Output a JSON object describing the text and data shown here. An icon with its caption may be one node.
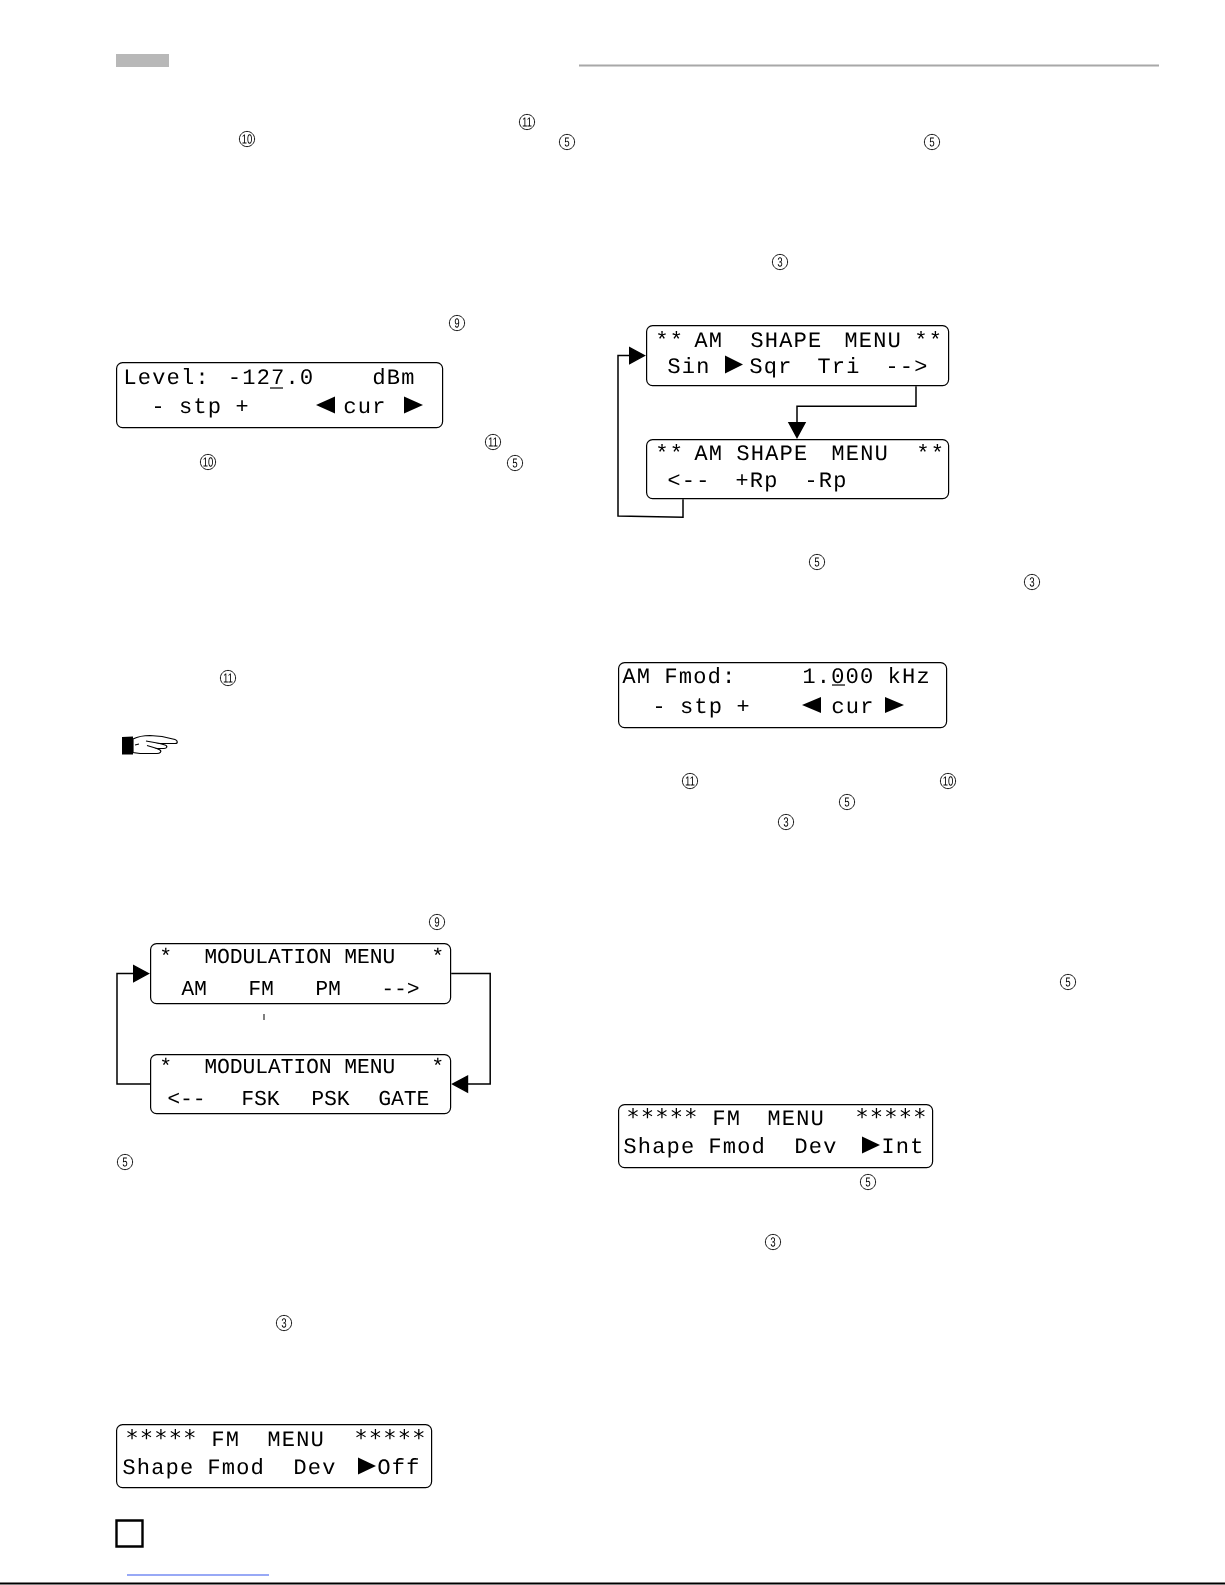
{
  "diagram": {
    "nodes": [
      {
        "text": [
          "Level: -127.0",
          "dBm",
          "- stp +",
          "cur"
        ]
      },
      {
        "text": [
          "*",
          "MODULATION MENU",
          "*",
          "AM",
          "FM",
          "PM",
          "-->"
        ]
      },
      {
        "text": [
          "*",
          "MODULATION MENU",
          "*",
          "<--",
          "FSK",
          "PSK",
          "GATE"
        ]
      },
      {
        "text": [
          "∗∗∗∗∗",
          "FM",
          "MENU",
          "∗∗∗∗∗",
          "Shape",
          "Fmod",
          "Dev",
          "Off"
        ]
      },
      {
        "text": [
          "**",
          "AM",
          "SHAPE",
          "MENU",
          "**",
          "Sin",
          "Sqr",
          "Tri",
          "-->"
        ]
      },
      {
        "text": [
          "**",
          "AM",
          "SHAPE",
          "MENU",
          "**",
          "<--",
          "+Rp",
          "-Rp"
        ]
      },
      {
        "text": [
          "AM Fmod:",
          "1.000 kHz",
          "- stp +",
          "cur"
        ]
      },
      {
        "text": [
          "∗∗∗∗∗",
          "FM",
          "MENU",
          "∗∗∗∗∗",
          "Shape",
          "Fmod",
          "Dev",
          "Int"
        ]
      }
    ],
    "edges": [
      {
        "from": 1,
        "to": 2,
        "arrow": "to"
      },
      {
        "from": 2,
        "to": 1,
        "arrow": "to"
      },
      {
        "from": 4,
        "to": 5,
        "arrow": "to"
      },
      {
        "from": 5,
        "to": 4,
        "arrow": "to"
      }
    ],
    "labels": [
      "11",
      "10",
      "5",
      "9",
      "11",
      "10",
      "5",
      "11",
      "9",
      "5",
      "3",
      "5",
      "3",
      "5",
      "3",
      "11",
      "10",
      "5",
      "3",
      "5",
      "5",
      "3"
    ]
  }
}
